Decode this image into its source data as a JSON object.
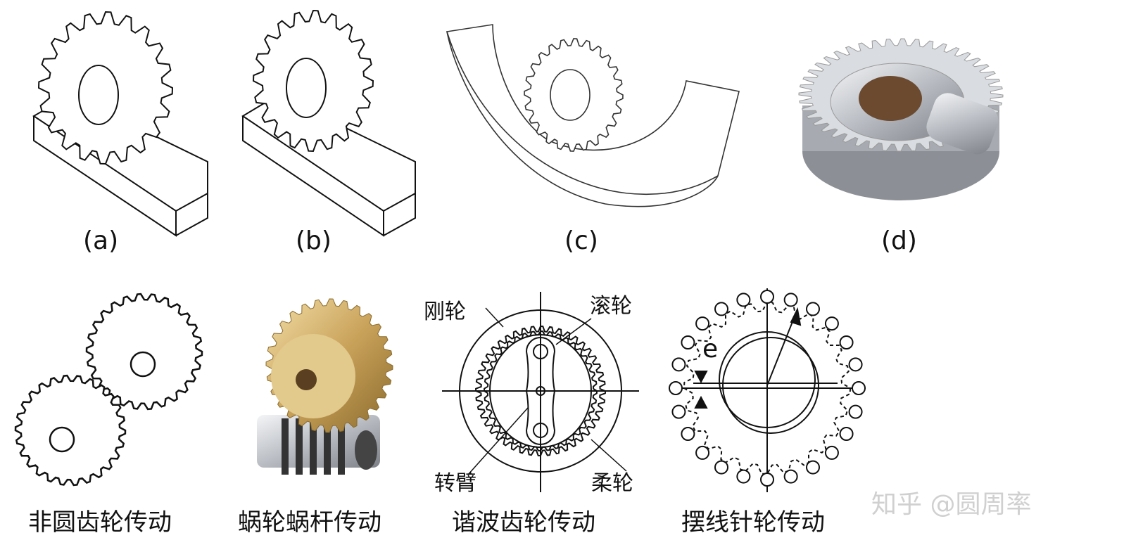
{
  "panel_labels": [
    "(a)",
    "(b)",
    "(c)",
    "(d)"
  ],
  "captions": [
    "非圆齿轮传动",
    "蜗轮蜗杆传动",
    "谐波齿轮传动",
    "摆线针轮传动"
  ],
  "harmonic_callouts": {
    "rigid": "刚轮",
    "roller": "滚轮",
    "arm": "转臂",
    "flex": "柔轮"
  },
  "cycloid_callout": "e",
  "watermark": "知乎 @圆周率",
  "colors": {
    "line": "#111111",
    "brass": "#c9a25a",
    "steel": "#b8bcc2",
    "watermark": "#d0d0d0"
  }
}
